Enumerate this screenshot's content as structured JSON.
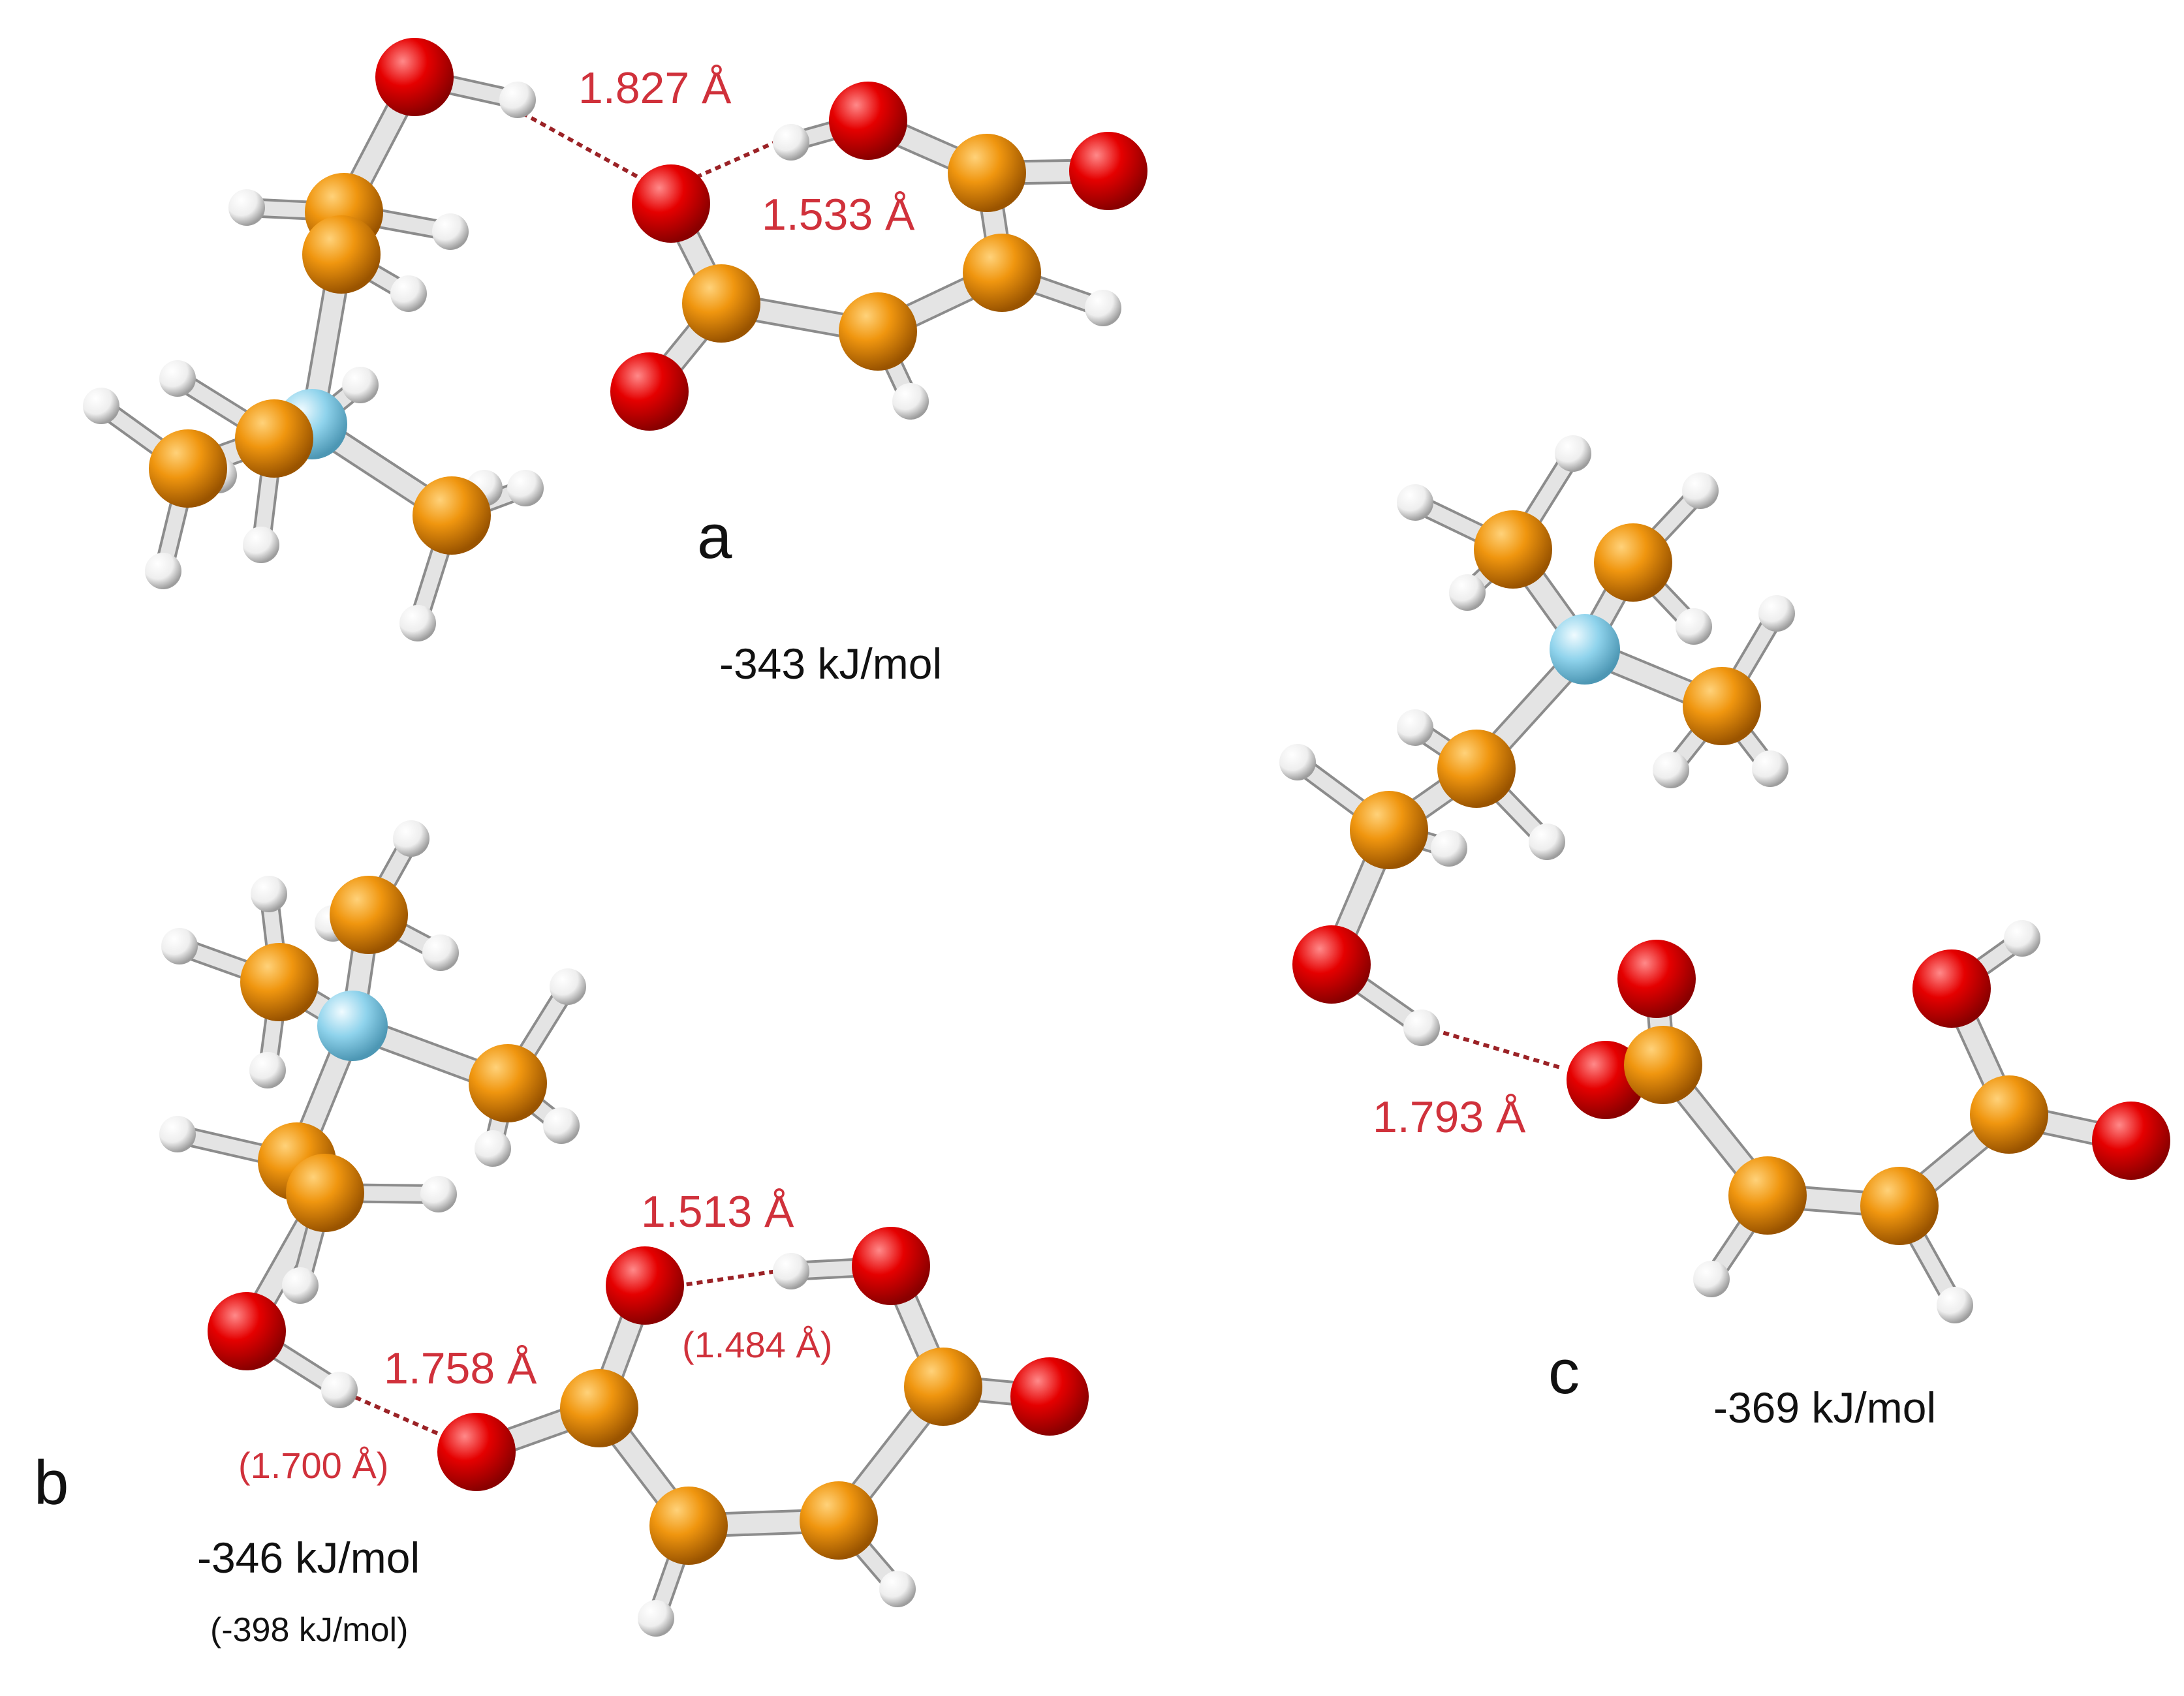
{
  "panels": {
    "a": {
      "letter": "a",
      "energy": "-343 kJ/mol",
      "distances": [
        "1.827 Å",
        "1.533 Å"
      ]
    },
    "b": {
      "letter": "b",
      "energy": "-346 kJ/mol",
      "energy_alt": "(-398 kJ/mol)",
      "distances": [
        "1.513 Å",
        "1.758 Å"
      ],
      "distances_alt": [
        "(1.484 Å)",
        "(1.700 Å)"
      ]
    },
    "c": {
      "letter": "c",
      "energy": "-369 kJ/mol",
      "distances": [
        "1.793 Å"
      ]
    }
  },
  "colors": {
    "carbon": "#e8900c",
    "oxygen": "#e00000",
    "nitrogen": "#8fd3ec",
    "hydrogen": "#f2f2f2",
    "bond": "#c8c8c8",
    "hbond": "#9b2226",
    "label_red": "#d0313b"
  }
}
